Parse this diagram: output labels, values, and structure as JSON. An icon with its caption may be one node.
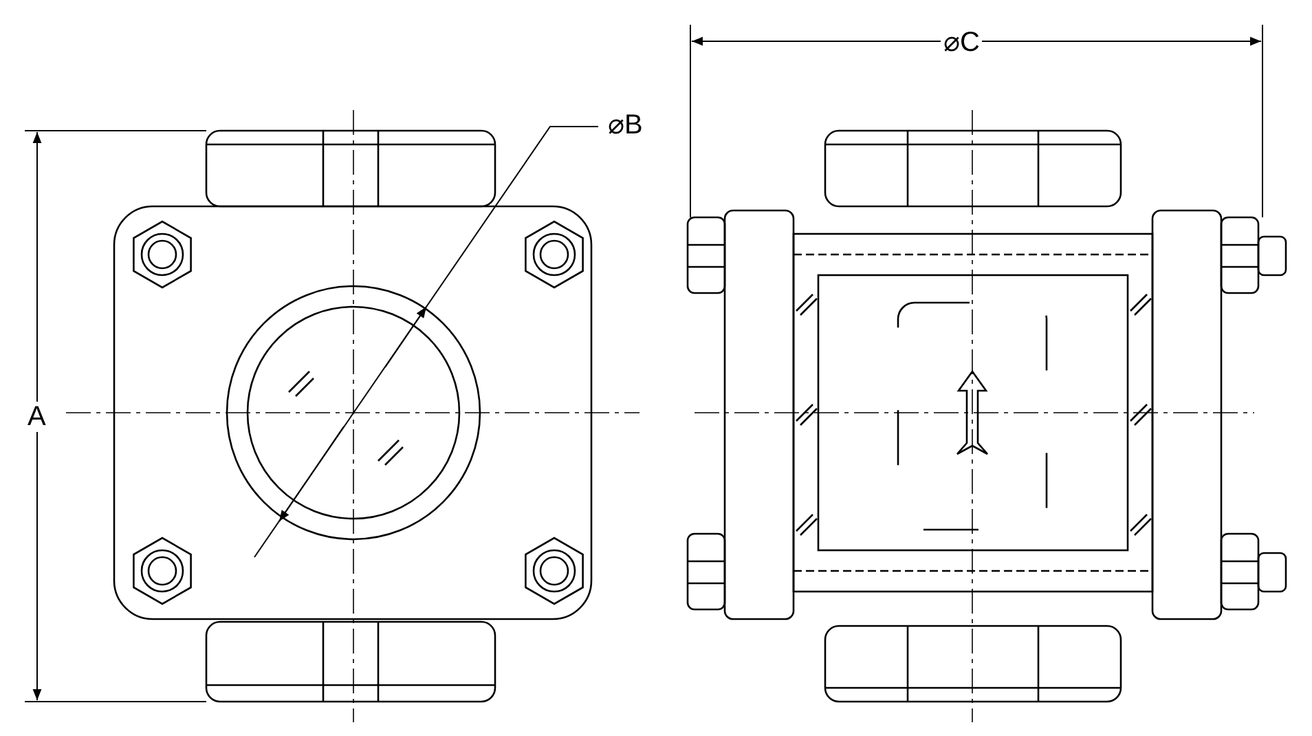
{
  "diagram": {
    "labels": [
      "A",
      "⌀B",
      "⌀C"
    ]
  }
}
